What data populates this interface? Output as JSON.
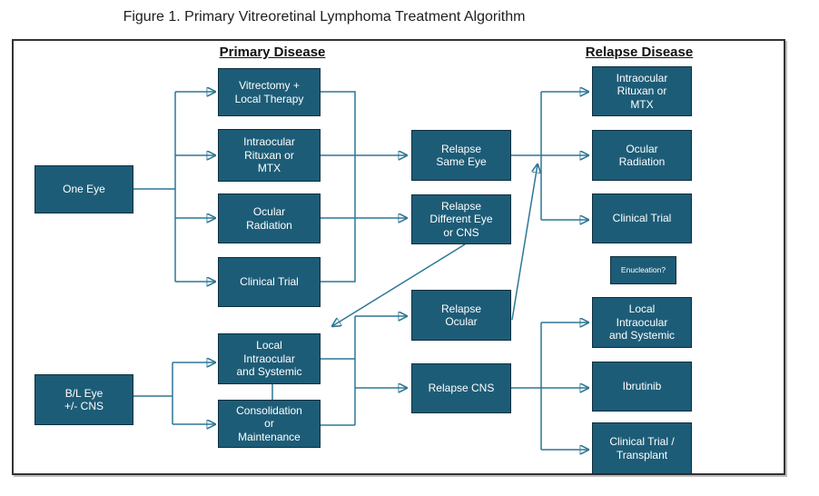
{
  "title": "Figure 1. Primary Vitreoretinal Lymphoma Treatment Algorithm",
  "headers": {
    "primary": "Primary Disease",
    "relapse": "Relapse Disease"
  },
  "nodes": {
    "one_eye": "One Eye",
    "bl_eye_cns": "B/L Eye\n+/- CNS",
    "vitrectomy_local_therapy": "Vitrectomy +\nLocal Therapy",
    "intraocular_rituxan_mtx_primary": "Intraocular\nRituxan or\nMTX",
    "ocular_radiation_primary": "Ocular\nRadiation",
    "clinical_trial_primary": "Clinical Trial",
    "local_intraocular_systemic_primary": "Local\nIntraocular\nand Systemic",
    "consolidation_maintenance": "Consolidation\nor\nMaintenance",
    "relapse_same_eye": "Relapse\nSame Eye",
    "relapse_different_eye_cns": "Relapse\nDifferent Eye\nor CNS",
    "relapse_ocular": "Relapse\nOcular",
    "relapse_cns": "Relapse CNS",
    "intraocular_rituxan_mtx_relapse": "Intraocular\nRituxan or\nMTX",
    "ocular_radiation_relapse": "Ocular\nRadiation",
    "clinical_trial_relapse": "Clinical Trial",
    "enucleation": "Enucleation?",
    "local_intraocular_systemic_relapse": "Local\nIntraocular\nand Systemic",
    "ibrutinib": "Ibrutinib",
    "clinical_trial_transplant": "Clinical Trial /\nTransplant"
  },
  "colors": {
    "node_fill": "#1D5C77",
    "node_border": "#0D2F3D",
    "connector": "#2E7795",
    "node_text": "#FFFFFF",
    "outer_border": "#333333",
    "heading_text": "#111111"
  }
}
